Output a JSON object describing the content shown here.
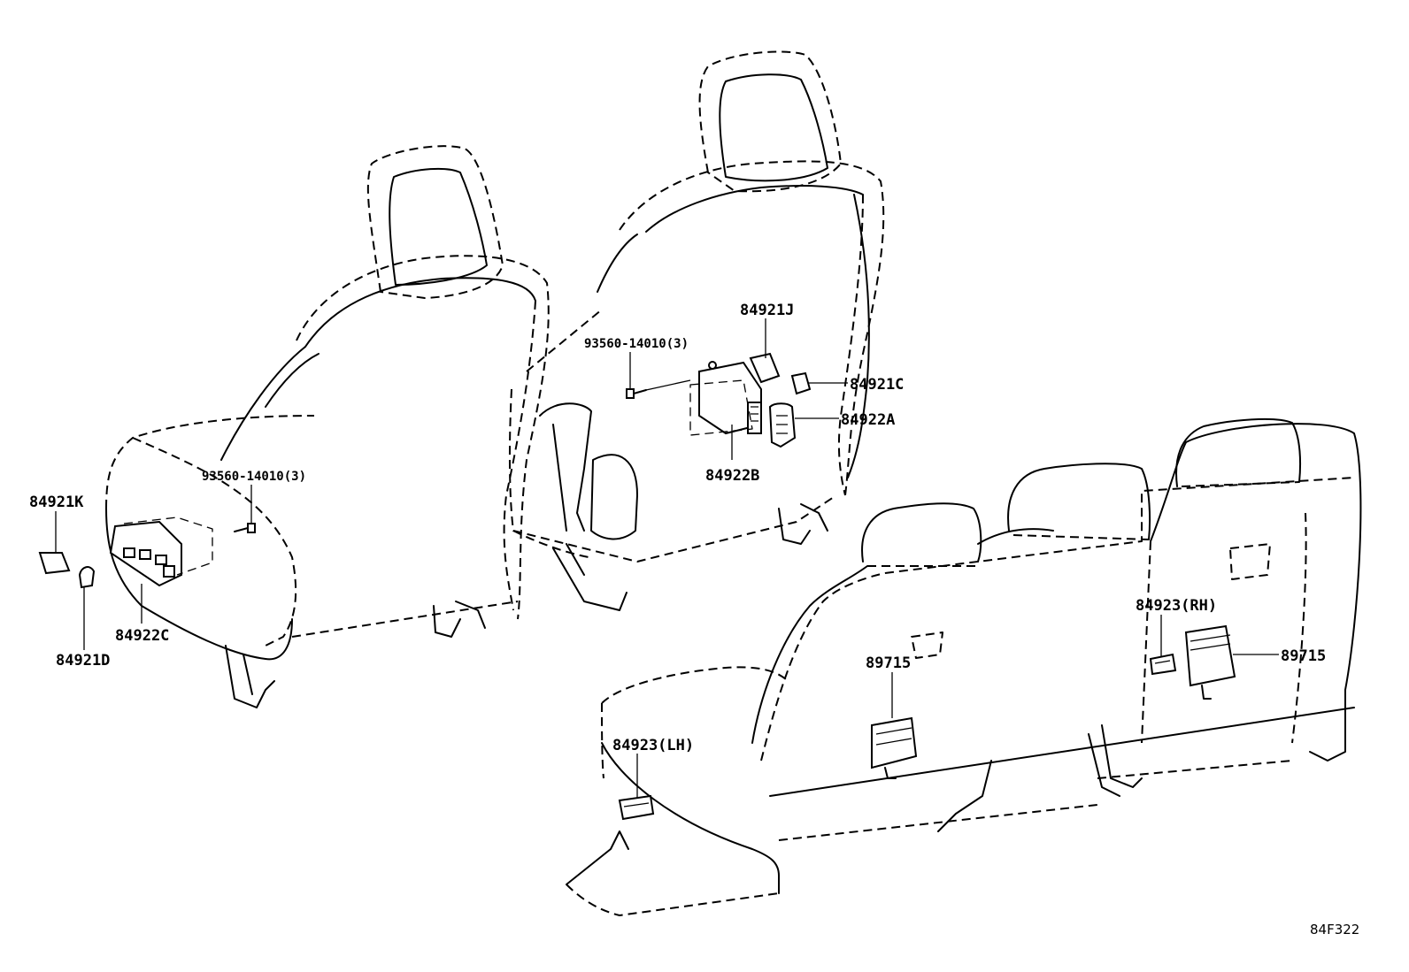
{
  "labels": {
    "p84921J": "84921J",
    "p93560_right": "93560-14010(3)",
    "p84921C": "84921C",
    "p84922A": "84922A",
    "p84922B": "84922B",
    "p93560_left": "93560-14010(3)",
    "p84921K": "84921K",
    "p84922C": "84922C",
    "p84921D": "84921D",
    "p84923RH": "84923(RH)",
    "p89715_right": "89715",
    "p89715_mid": "89715",
    "p84923LH": "84923(LH)"
  },
  "figure_code": "84F322"
}
